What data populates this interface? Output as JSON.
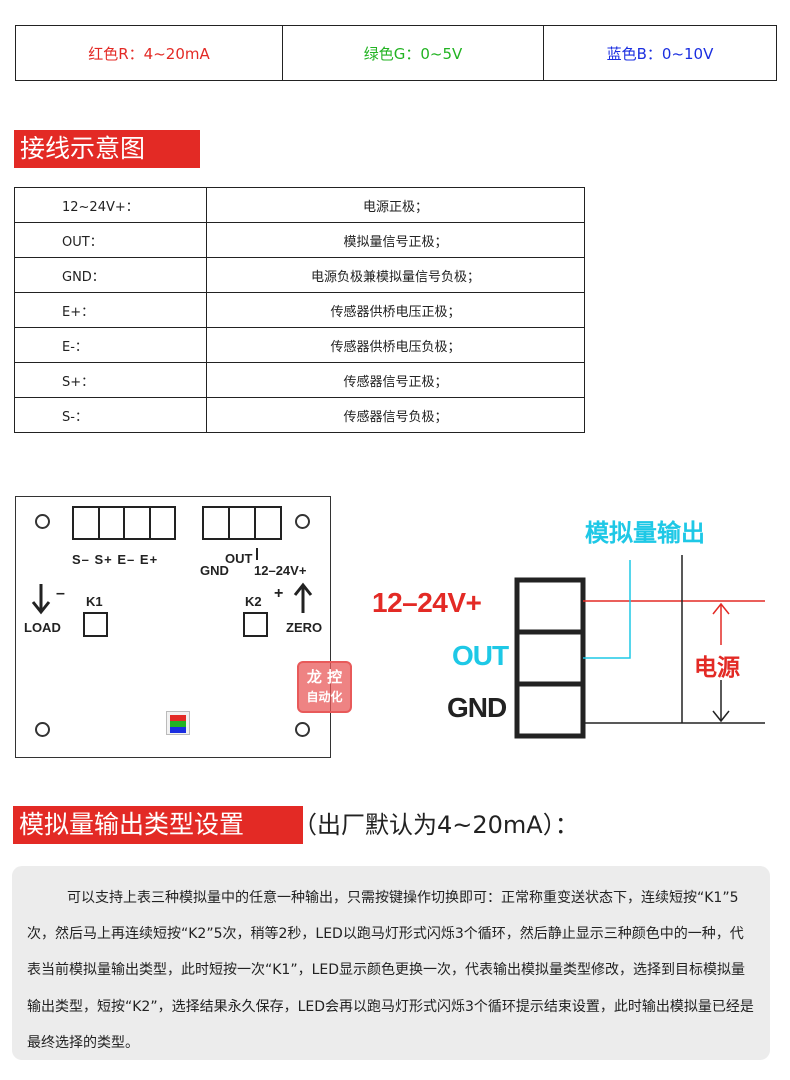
{
  "color_modes": [
    {
      "text": "红色R：4~20mA",
      "color": "#e32a25"
    },
    {
      "text": "绿色G：0~5V",
      "color": "#22b322"
    },
    {
      "text": "蓝色B：0~10V",
      "color": "#1a2ee0"
    }
  ],
  "wiring_section_title": "接线示意图",
  "wiring_rows": [
    {
      "terminal": "12~24V+：",
      "desc": "电源正极；"
    },
    {
      "terminal": "OUT：",
      "desc": "模拟量信号正极；"
    },
    {
      "terminal": "GND：",
      "desc": "电源负极兼模拟量信号负极；"
    },
    {
      "terminal": "E+：",
      "desc": "传感器供桥电压正极；"
    },
    {
      "terminal": "E-：",
      "desc": "传感器供桥电压负极；"
    },
    {
      "terminal": "S+：",
      "desc": "传感器信号正极；"
    },
    {
      "terminal": "S-：",
      "desc": "传感器信号负极；"
    }
  ],
  "board": {
    "left_terminals_label": "S– S+ E– E+",
    "gnd_label": "GND",
    "out_label": "OUT",
    "power_label": "12–24V+",
    "load_label": "LOAD",
    "load_sign": "–",
    "zero_label": "ZERO",
    "zero_sign": "+",
    "k1_label": "K1",
    "k2_label": "K2",
    "logo_line1": "龙 控",
    "logo_line2": "自动化",
    "led_colors": [
      "#e32a25",
      "#22b322",
      "#1a2ee0"
    ]
  },
  "connection": {
    "analog_out_label": "模拟量输出",
    "power_pin_label": "12–24V+",
    "out_pin_label": "OUT",
    "gnd_pin_label": "GND",
    "supply_label": "电源",
    "cyan": "#1ec8e6",
    "red": "#e32a25"
  },
  "output_section_title": "模拟量输出类型设置",
  "output_section_suffix": "（出厂默认为4~20mA）：",
  "instructions": "可以支持上表三种模拟量中的任意一种输出，只需按键操作切换即可：正常称重变送状态下，连续短按“K1”5次，然后马上再连续短按“K2”5次，稍等2秒，LED以跑马灯形式闪烁3个循环，然后静止显示三种颜色中的一种，代表当前模拟量输出类型，此时短按一次“K1”，LED显示颜色更换一次，代表输出模拟量类型修改，选择到目标模拟量输出类型，短按“K2”，选择结果永久保存，LED会再以跑马灯形式闪烁3个循环提示结束设置，此时输出模拟量已经是最终选择的类型。"
}
